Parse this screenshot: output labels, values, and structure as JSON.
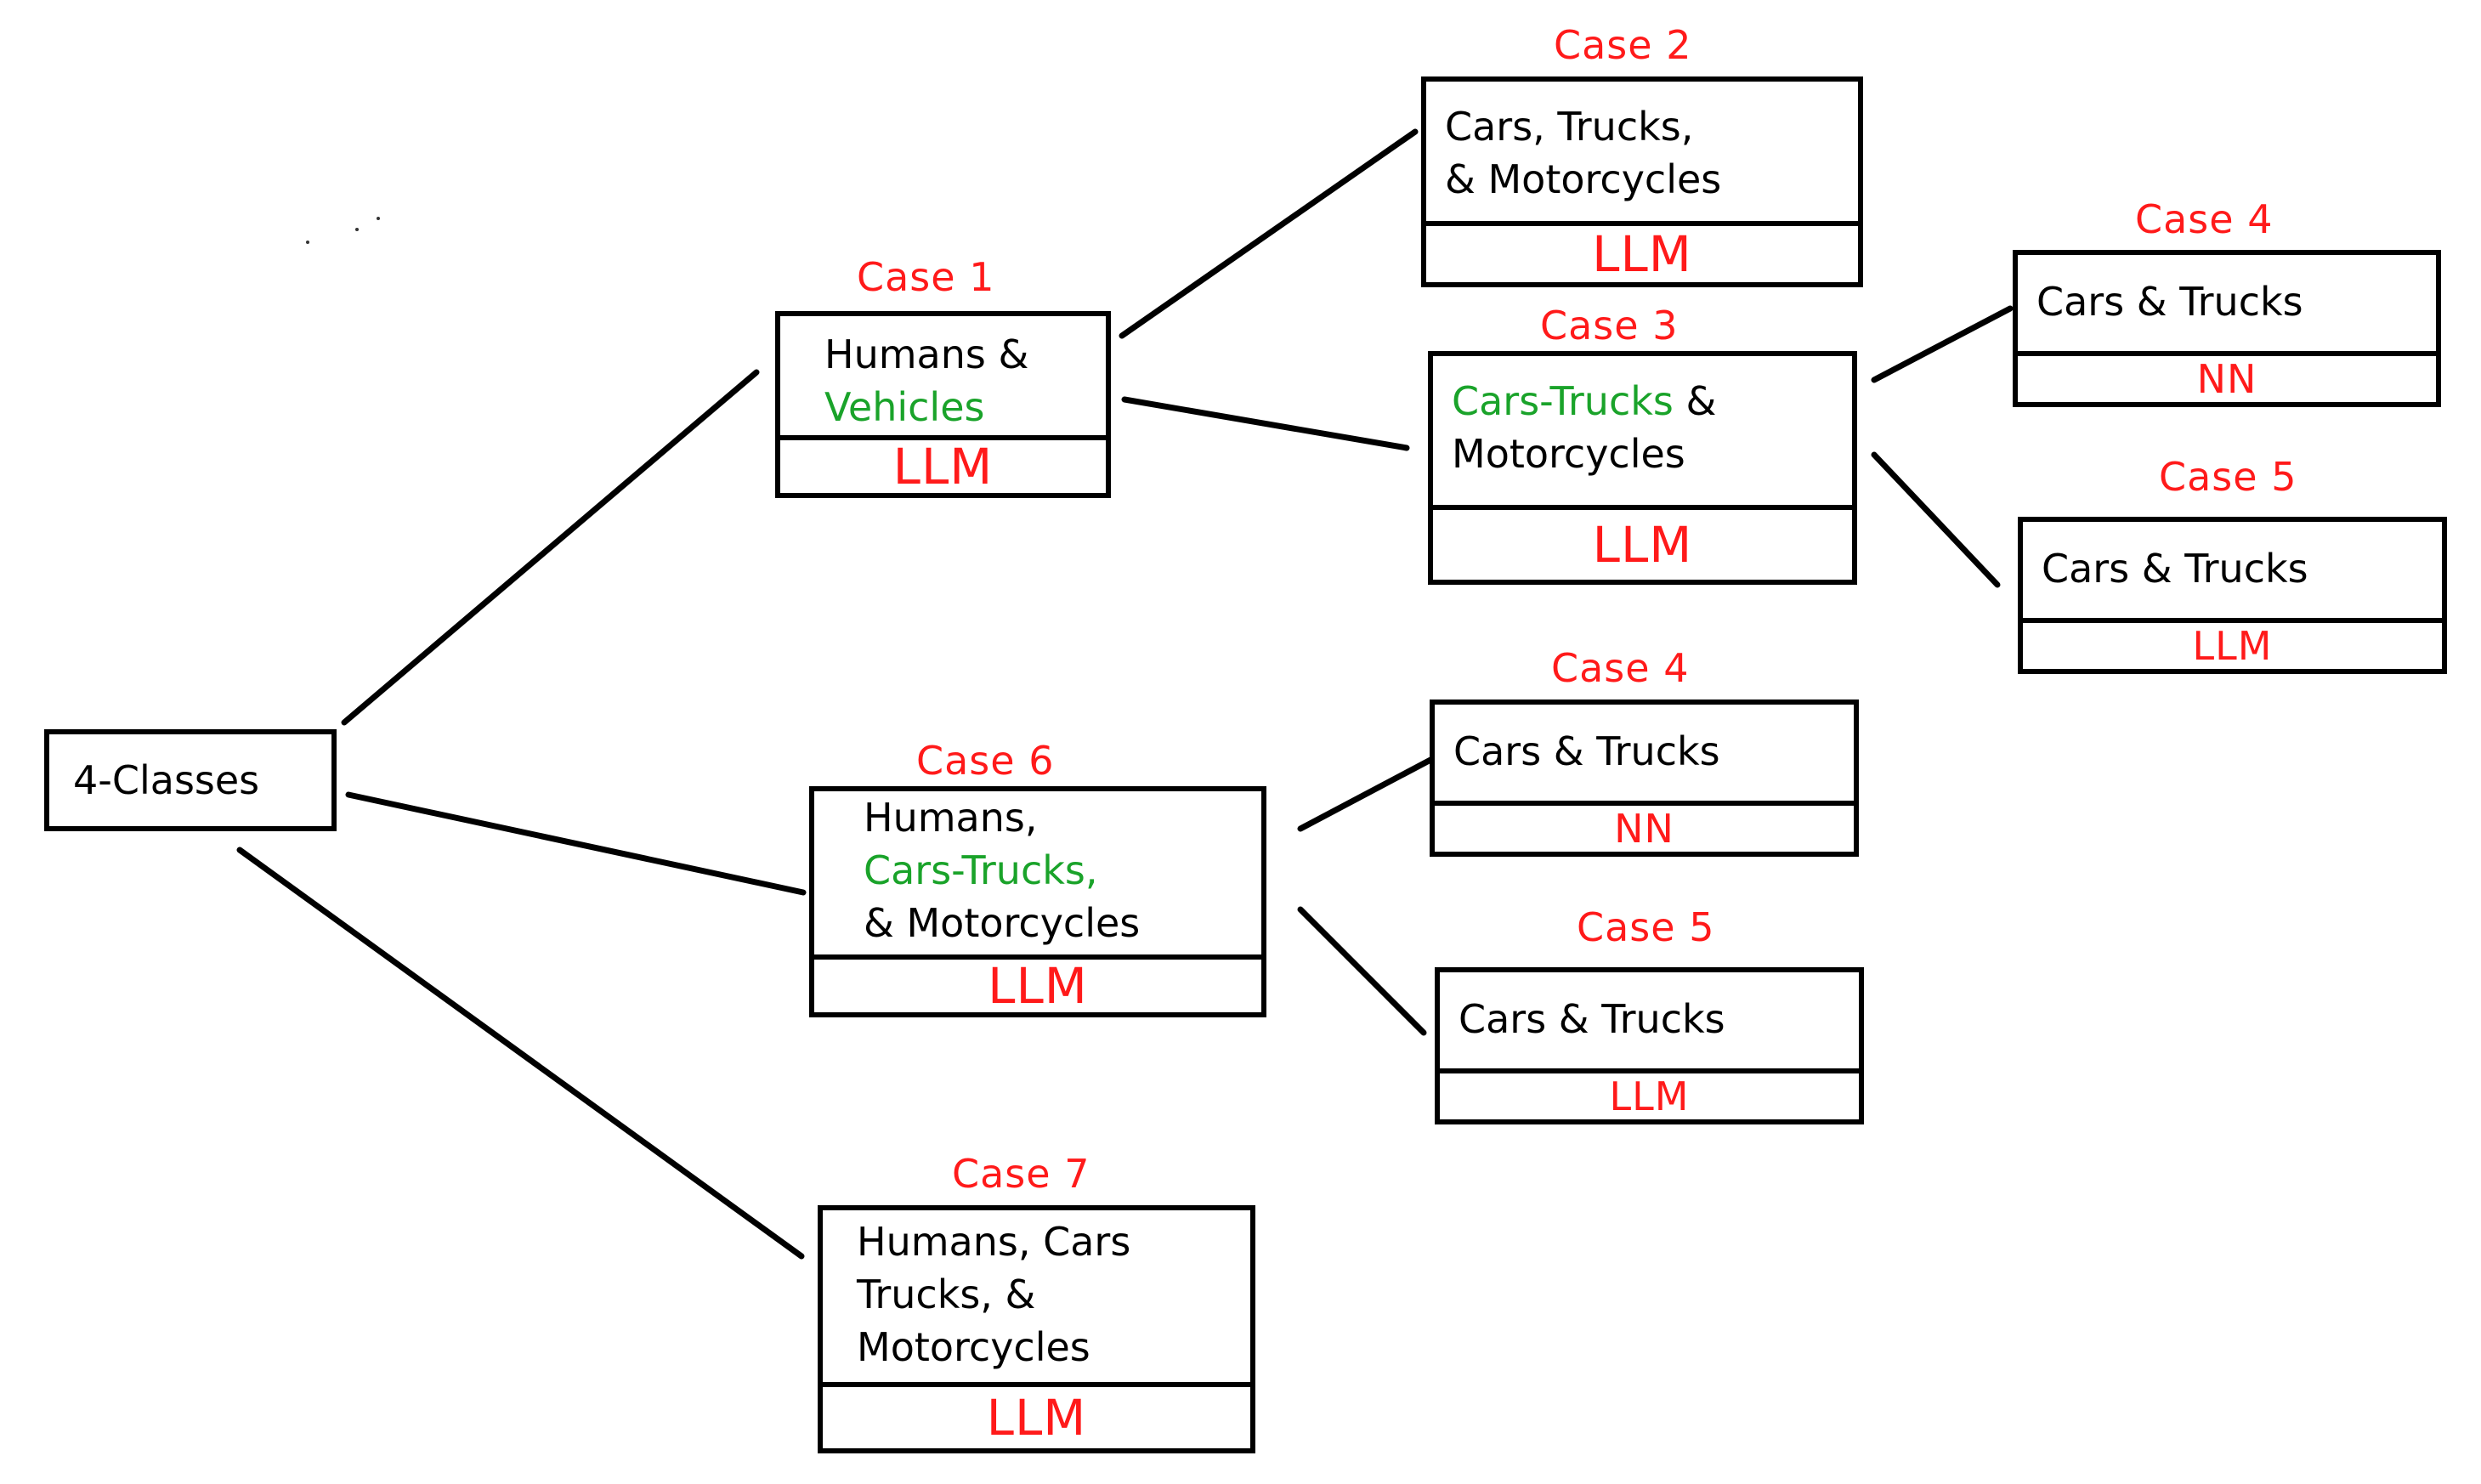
{
  "root": {
    "label": "4-Classes"
  },
  "case1": {
    "title": "Case 1",
    "line1": "Humans &",
    "line2": "Vehicles",
    "model": "LLM"
  },
  "case2_top": {
    "title": "Case 2",
    "line1": "Cars, Trucks,",
    "line2": "& Motorcycles",
    "model": "LLM"
  },
  "case3": {
    "title": "Case 3",
    "line1_green": "Cars-Trucks",
    "line1_rest": " &",
    "line2": "Motorcycles",
    "model": "LLM"
  },
  "case4_top": {
    "title": "Case 4",
    "line1": "Cars & Trucks",
    "model": "NN"
  },
  "case5_top": {
    "title": "Case 5",
    "line1": "Cars & Trucks",
    "model": "LLM"
  },
  "case6": {
    "title": "Case 6",
    "line1": "Humans,",
    "line2": "Cars-Trucks,",
    "line3": "& Motorcycles",
    "model": "LLM"
  },
  "case4_mid": {
    "title": "Case 4",
    "line1": "Cars & Trucks",
    "model": "NN"
  },
  "case5_mid": {
    "title": "Case 5",
    "line1": "Cars & Trucks",
    "model": "LLM"
  },
  "case7": {
    "title": "Case 7",
    "line1": "Humans, Cars",
    "line2": "Trucks, &",
    "line3": "Motorcycles",
    "model": "LLM"
  }
}
